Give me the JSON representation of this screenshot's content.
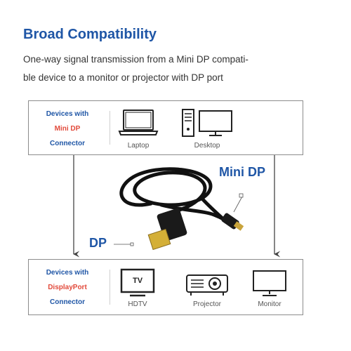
{
  "heading": "Broad Compatibility",
  "description_line1": "One-way signal transmission from a Mini DP compati-",
  "description_line2": "ble device to a monitor or projector with DP port",
  "top_box": {
    "label_line1": "Devices with",
    "label_accent": "Mini DP",
    "label_line3": "Connector",
    "devices": [
      "Laptop",
      "Desktop"
    ]
  },
  "bottom_box": {
    "label_line1": "Devices with",
    "label_accent": "DisplayPort",
    "label_line3": "Connector",
    "devices": [
      "HDTV",
      "Projector",
      "Monitor"
    ],
    "tv_text": "TV"
  },
  "cable_labels": {
    "mini_dp": "Mini DP",
    "dp": "DP"
  },
  "colors": {
    "title_blue": "#1f56a6",
    "accent_red": "#e24a3b",
    "border_gray": "#8c8c8c"
  }
}
